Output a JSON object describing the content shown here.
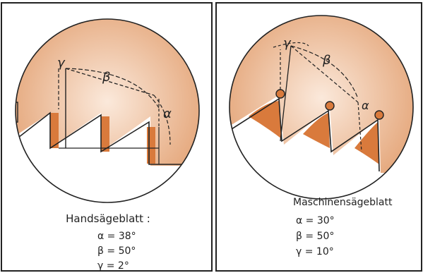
{
  "left": {
    "label_gamma": "γ",
    "label_beta": "β",
    "label_alpha": "α",
    "title": "Handsägeblatt :",
    "angles": [
      "α = 38°",
      "β = 50°",
      "γ = 2°"
    ]
  },
  "right": {
    "label_gamma": "γ",
    "label_beta": "β",
    "label_alpha": "α",
    "title": "Maschinensägeblatt",
    "angles": [
      "α = 30°",
      "β = 50°",
      "γ = 10°"
    ]
  },
  "colors": {
    "fill": "#e8a878",
    "tooth": "#d97a3c",
    "ink": "#222222"
  }
}
